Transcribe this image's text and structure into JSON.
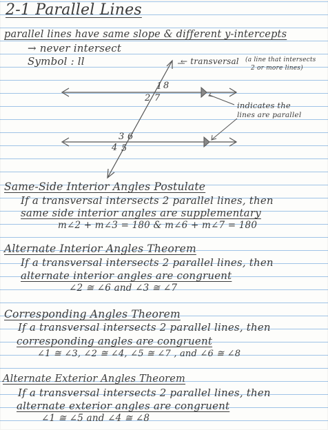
{
  "colors": {
    "paper": "#fdfdfb",
    "rule_line": "#9fc3e6",
    "ink": "#3b3b3b"
  },
  "title": "2-1 Parallel Lines",
  "definition": {
    "line1": "parallel lines have same slope & different y-intercepts",
    "line2": "→ never intersect",
    "line3": "Symbol : ll"
  },
  "diagram": {
    "transversal_note": "← transversal",
    "transversal_note_detail_1": "(a line that intersects",
    "transversal_note_detail_2": "2 or more lines)",
    "parallel_note_1": "indicates the",
    "parallel_note_2": "lines are parallel",
    "angle_labels": {
      "a1": "1",
      "a8": "8",
      "a2": "2",
      "a7": "7",
      "a3": "3",
      "a6": "6",
      "a4": "4",
      "a5": "5"
    }
  },
  "sections": [
    {
      "heading": "Same-Side Interior Angles Postulate",
      "line1": "If a transversal intersects 2 parallel lines, then",
      "line2": "same side interior angles are supplementary",
      "line3": "m∠2 + m∠3 = 180  &  m∠6 + m∠7 = 180"
    },
    {
      "heading": "Alternate Interior Angles Theorem",
      "line1": "If a transversal intersects 2 parallel lines, then",
      "line2": "alternate interior angles are congruent",
      "line3": "∠2 ≅ ∠6    and    ∠3 ≅ ∠7"
    },
    {
      "heading": "Corresponding Angles Theorem",
      "line1": "If a transversal intersects 2 parallel lines, then",
      "line2": "corresponding angles are congruent",
      "line3": "∠1 ≅ ∠3,  ∠2 ≅ ∠4,  ∠5 ≅ ∠7 , and ∠6 ≅ ∠8"
    },
    {
      "heading": "Alternate Exterior Angles Theorem",
      "line1": "If a transversal intersects 2 parallel lines, then",
      "line2": "alternate exterior angles are congruent",
      "line3": "∠1 ≅ ∠5   and   ∠4 ≅ ∠8"
    }
  ]
}
